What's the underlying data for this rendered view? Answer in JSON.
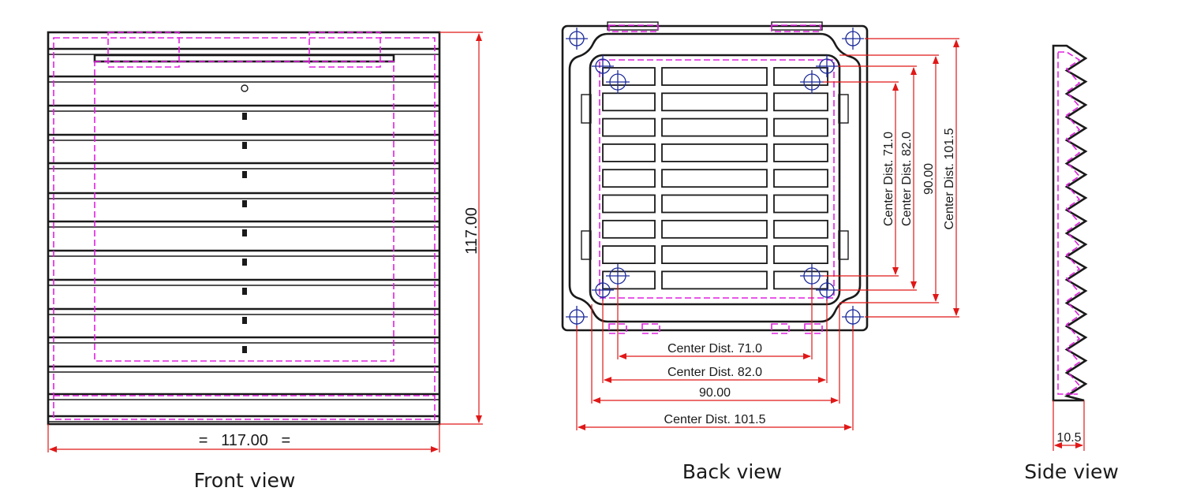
{
  "colors": {
    "outline": "#1a1a1a",
    "hidden_line": "#e020e0",
    "dimension": "#e01818",
    "center_mark": "#1c2a9a",
    "background": "#ffffff"
  },
  "front_view": {
    "caption": "Front view",
    "width_label": "=   117.00   =",
    "height_label": "117.00"
  },
  "back_view": {
    "caption": "Back view",
    "dims": {
      "center_71": "Center Dist. 71.0",
      "center_82": "Center Dist. 82.0",
      "outer_90": "90.00",
      "center_101": "Center Dist. 101.5"
    }
  },
  "side_view": {
    "caption": "Side view",
    "depth_label": "10.5"
  }
}
